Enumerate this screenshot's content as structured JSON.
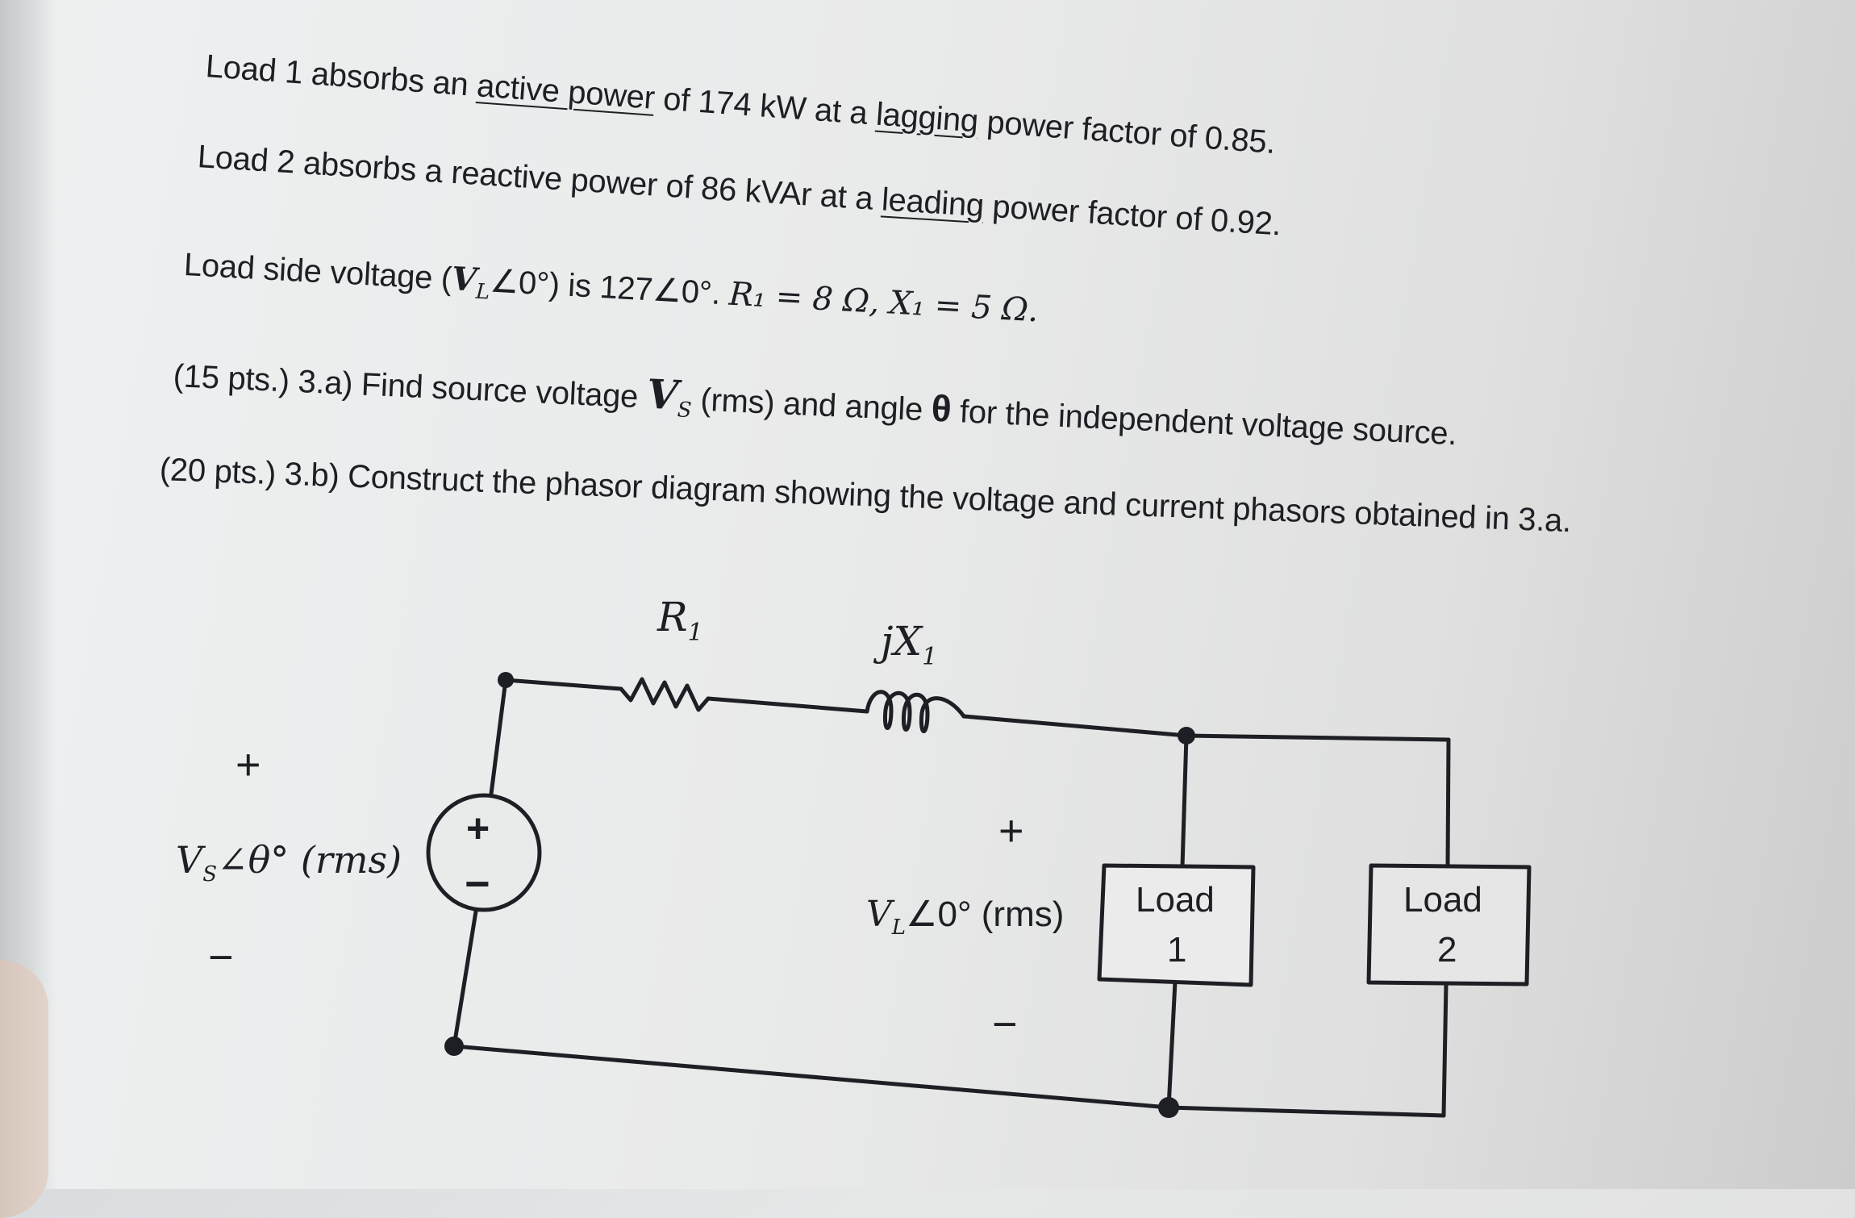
{
  "problem": {
    "line1": {
      "a": "Load 1 absorbs an ",
      "b": "active power",
      "c": " of 174 kW at a ",
      "d": "lagging",
      "e": " power factor of 0.85."
    },
    "line2": {
      "a": "Load 2 absorbs a reactive power of 86 kVAr at a ",
      "b": "leading",
      "c": " power factor of 0.92."
    },
    "line3": {
      "a": "Load side voltage (",
      "b": "V",
      "c": "L",
      "d": "∠0°) is 127∠0°. ",
      "e": "R₁ = 8 Ω, X₁ = 5 Ω."
    },
    "line4": {
      "a": "(15 pts.) 3.a) Find source voltage ",
      "b": "V",
      "c": "S",
      "d": " (rms) and angle ",
      "e": "θ",
      "f": " for the independent voltage source."
    },
    "line5": "(20 pts.) 3.b) Construct the phasor diagram showing the voltage and current phasors obtained in 3.a."
  },
  "circuit": {
    "r1_label": "R",
    "r1_sub": "1",
    "x1_label": "jX",
    "x1_sub": "1",
    "source_plus": "+",
    "source_minus": "−",
    "vs_plus": "+",
    "vs_minus": "−",
    "vs_label": "V",
    "vs_sub": "S",
    "vs_angle": "∠θ° (rms)",
    "vl_plus": "+",
    "vl_minus": "−",
    "vl_label": "V",
    "vl_sub": "L",
    "vl_angle": "∠0° (rms)",
    "load1_word": "Load",
    "load1_num": "1",
    "load2_word": "Load",
    "load2_num": "2"
  }
}
